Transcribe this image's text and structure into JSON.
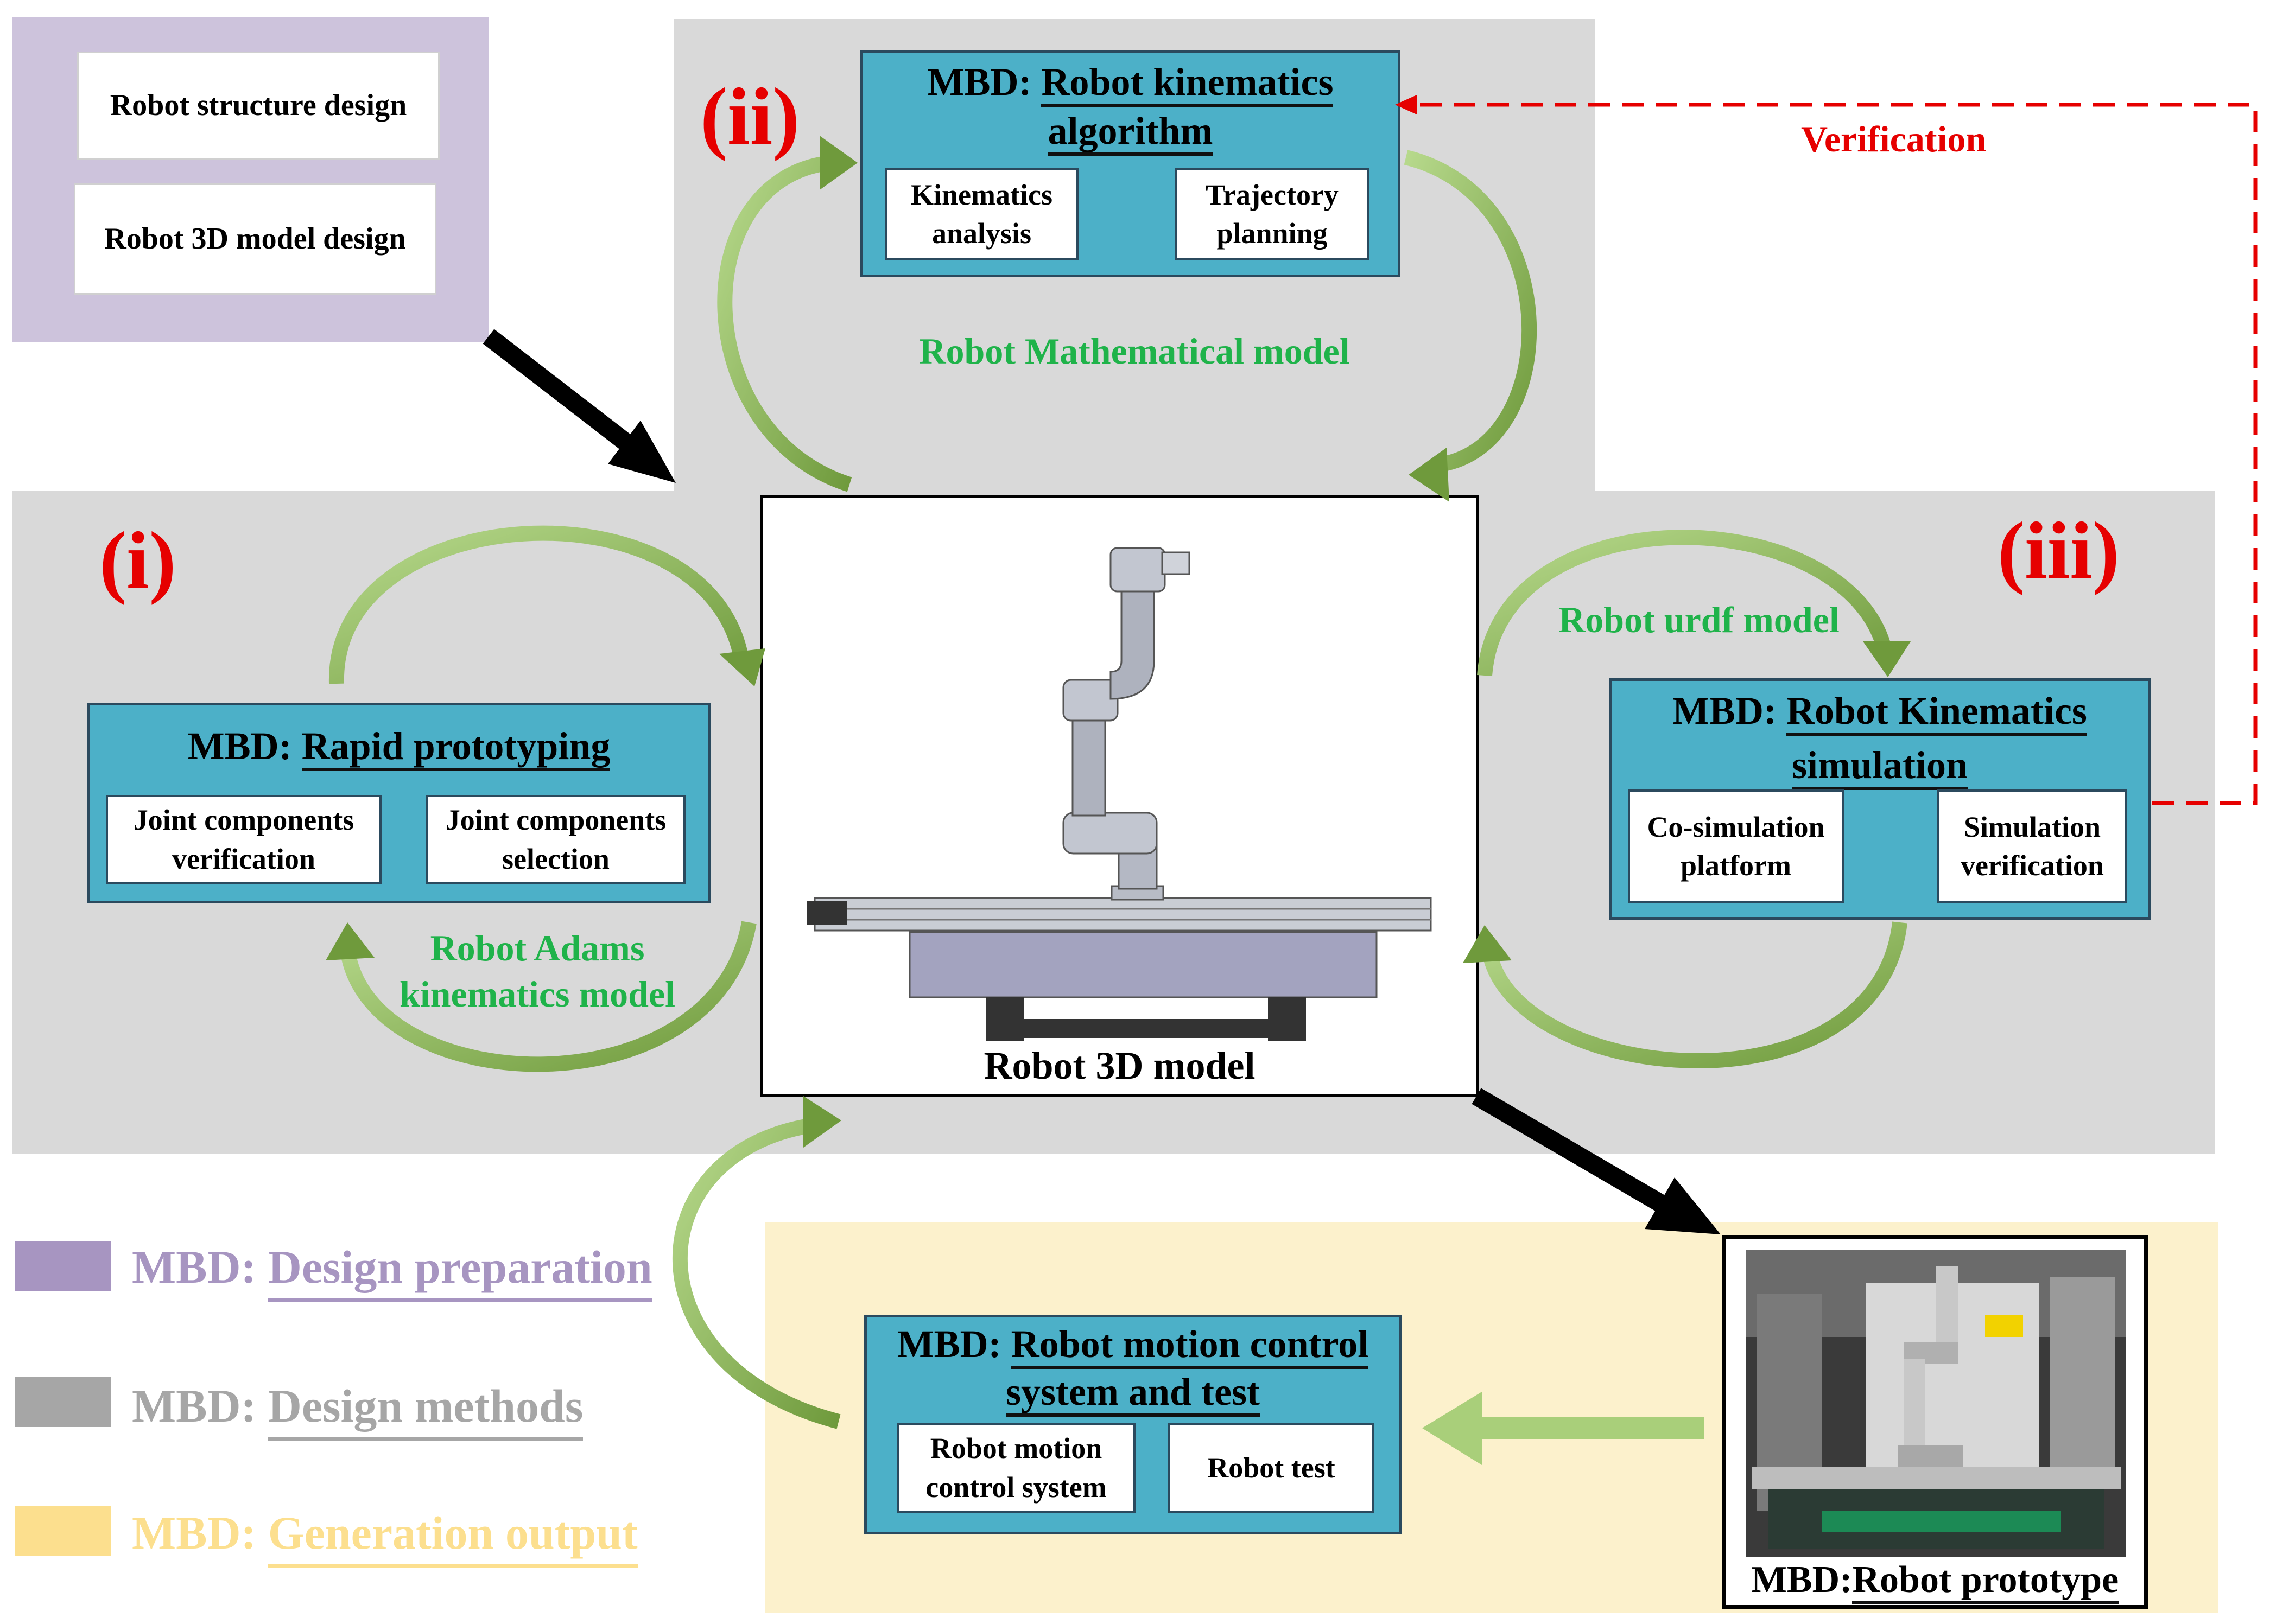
{
  "prep": {
    "item1": "Robot structure design",
    "item2": "Robot 3D model design"
  },
  "math": {
    "label": "(ii)",
    "prefix": "MBD:",
    "title_line1": "Robot kinematics",
    "title_line2": "algorithm",
    "sub1": "Kinematics\nanalysis",
    "sub2": "Trajectory\nplanning",
    "caption": "Robot Mathematical model"
  },
  "verification_label": "Verification",
  "rapid": {
    "label": "(i)",
    "prefix": "MBD:",
    "title": "Rapid prototyping",
    "sub1": "Joint components\nverification",
    "sub2": "Joint components\nselection",
    "caption": "Robot Adams\nkinematics model"
  },
  "sim": {
    "label": "(iii)",
    "prefix": "MBD:",
    "title_line1": "Robot Kinematics",
    "title_line2": "simulation",
    "sub1": "Co-simulation\nplatform",
    "sub2": "Simulation\nverification",
    "caption": "Robot urdf model"
  },
  "center": {
    "caption": "Robot 3D model"
  },
  "control": {
    "prefix": "MBD:",
    "title_line1": "Robot motion control",
    "title_line2": "system and test",
    "sub1": "Robot motion\ncontrol system",
    "sub2": "Robot test"
  },
  "prototype": {
    "prefix": "MBD:",
    "title": "Robot prototype"
  },
  "legend": [
    {
      "prefix": "MBD:",
      "text": "Design preparation",
      "color": "#a795c1"
    },
    {
      "prefix": "MBD:",
      "text": "Design methods",
      "color": "#a6a6a6"
    },
    {
      "prefix": "MBD:",
      "text": "Generation output",
      "color": "#fcdf8e"
    }
  ],
  "colors": {
    "arrow_green_light": "#a9cf7a",
    "arrow_green_dark": "#6f9a3c",
    "verification_red": "#e60000",
    "teal": "#4cb0c8"
  }
}
